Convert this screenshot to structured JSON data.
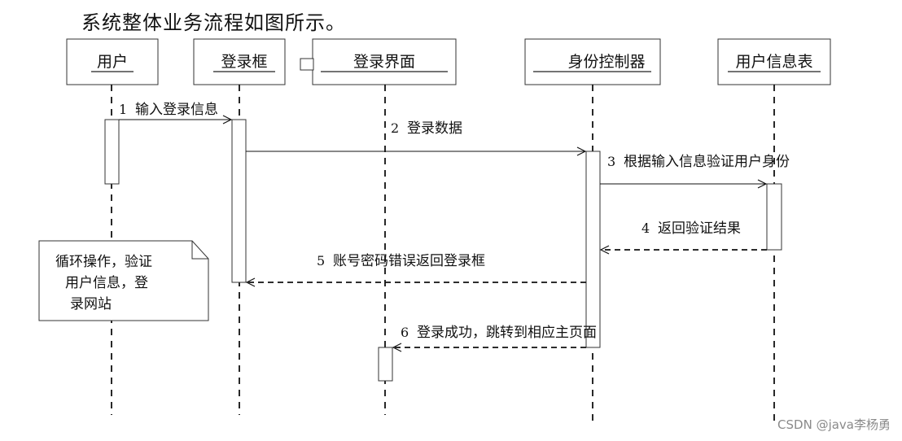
{
  "caption": "系统整体业务流程如图所示。",
  "participants": [
    {
      "id": "user",
      "label": "用户"
    },
    {
      "id": "login_box",
      "label": "登录框"
    },
    {
      "id": "login_page",
      "label": "登录界面"
    },
    {
      "id": "identity_controller",
      "label": "身份控制器"
    },
    {
      "id": "user_info_table",
      "label": "用户信息表"
    }
  ],
  "messages": [
    {
      "num": "1",
      "text": "输入登录信息",
      "from": "user",
      "to": "login_box",
      "style": "solid"
    },
    {
      "num": "2",
      "text": "登录数据",
      "from": "login_box",
      "to": "identity_controller",
      "style": "solid"
    },
    {
      "num": "3",
      "text": "根据输入信息验证用户身份",
      "from": "identity_controller",
      "to": "user_info_table",
      "style": "solid"
    },
    {
      "num": "4",
      "text": "返回验证结果",
      "from": "user_info_table",
      "to": "identity_controller",
      "style": "dashed"
    },
    {
      "num": "5",
      "text": "账号密码错误返回登录框",
      "from": "identity_controller",
      "to": "login_box",
      "style": "dashed"
    },
    {
      "num": "6",
      "text": "登录成功，跳转到相应主页面",
      "from": "identity_controller",
      "to": "login_page",
      "style": "dashed"
    }
  ],
  "note": {
    "lines": [
      "循环操作，验证",
      "用户信息，登",
      "录网站"
    ]
  },
  "watermark": "CSDN @java李杨勇"
}
